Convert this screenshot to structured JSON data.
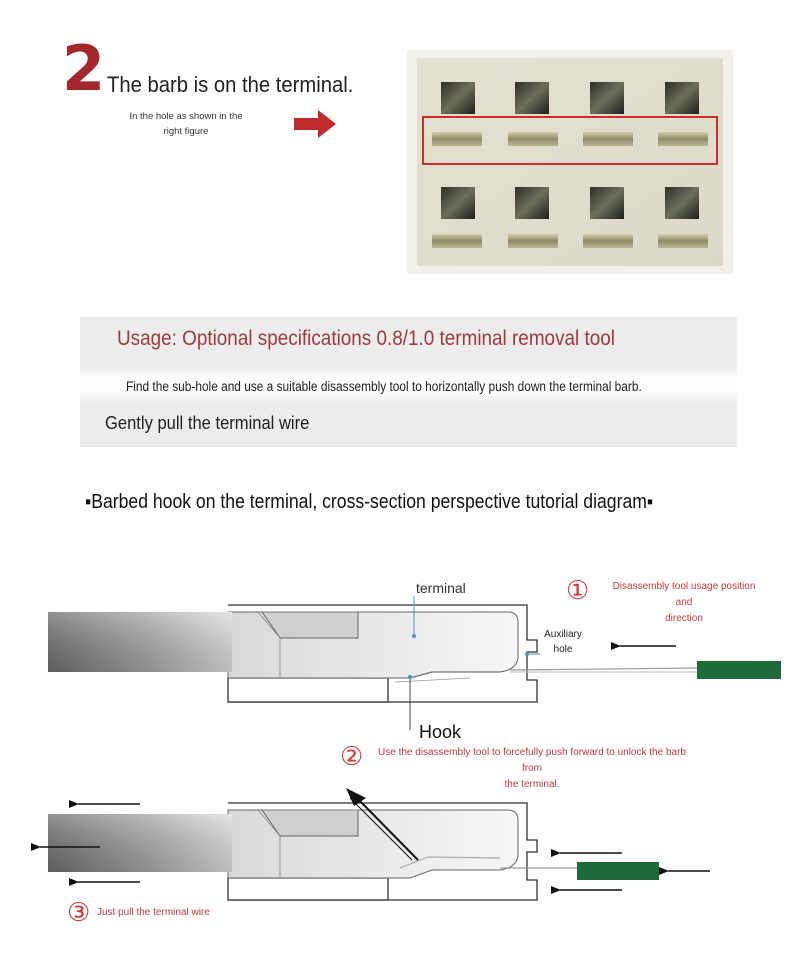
{
  "step2": {
    "number": "2",
    "title": "The barb is on the terminal.",
    "note_line1": "In the hole as shown in the",
    "note_line2": "right figure"
  },
  "usage": {
    "title": "Usage: Optional specifications 0.8/1.0 terminal removal tool",
    "line1": "Find the sub-hole and use a suitable disassembly tool to horizontally push down the terminal barb.",
    "line2": "Gently pull the terminal wire"
  },
  "section_title": "▪Barbed hook on the terminal, cross-section perspective tutorial diagram▪",
  "diagram": {
    "label_terminal": "terminal",
    "label_aux_line1": "Auxiliary",
    "label_aux_line2": "hole",
    "label_hook": "Hook",
    "step1_num": "①",
    "step1_line1": "Disassembly tool usage position and",
    "step1_line2": "direction",
    "step2_num": "②",
    "step2_line1": "Use the disassembly tool to forcefully push forward to unlock the barb from",
    "step2_line2": "the terminal.",
    "step3_num": "③",
    "step3_text": "Just pull the terminal wire"
  },
  "colors": {
    "brand_red": "#a3282b",
    "note_red": "#c1393c",
    "tool_green": "#1e6a3a",
    "usage_title": "#9a3b3e"
  }
}
